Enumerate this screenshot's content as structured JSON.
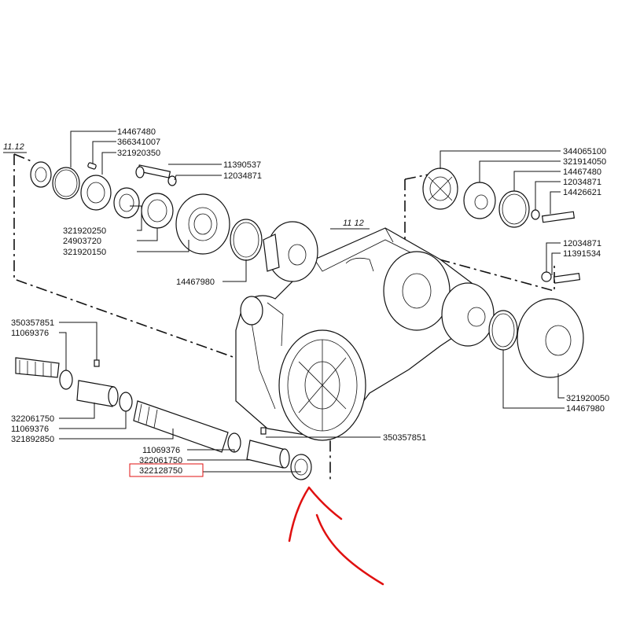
{
  "reference_marks": [
    "11.12",
    "11 12"
  ],
  "highlight_color": "#e01010",
  "arrow_color": "#e01010",
  "part_numbers": {
    "top_left": [
      "14467480",
      "366341007",
      "321920350"
    ],
    "top_center_bolt": [
      "11390537",
      "12034871"
    ],
    "left_mid": [
      "321920250",
      "24903720",
      "321920150"
    ],
    "center_oring": "14467980",
    "top_right": [
      "344065100",
      "321914050",
      "14467480",
      "12034871",
      "14426621"
    ],
    "right_bolt": [
      "12034871",
      "11391534"
    ],
    "right_bottom": [
      "321920050",
      "14467980"
    ],
    "left_shaft_top": [
      "350357851",
      "11069376"
    ],
    "left_shaft_bottom": [
      "322061750",
      "11069376",
      "321892850"
    ],
    "right_nipple": "350357851",
    "bottom_center": [
      "11069376",
      "322061750",
      "322128750"
    ]
  },
  "highlighted_part": "322128750"
}
